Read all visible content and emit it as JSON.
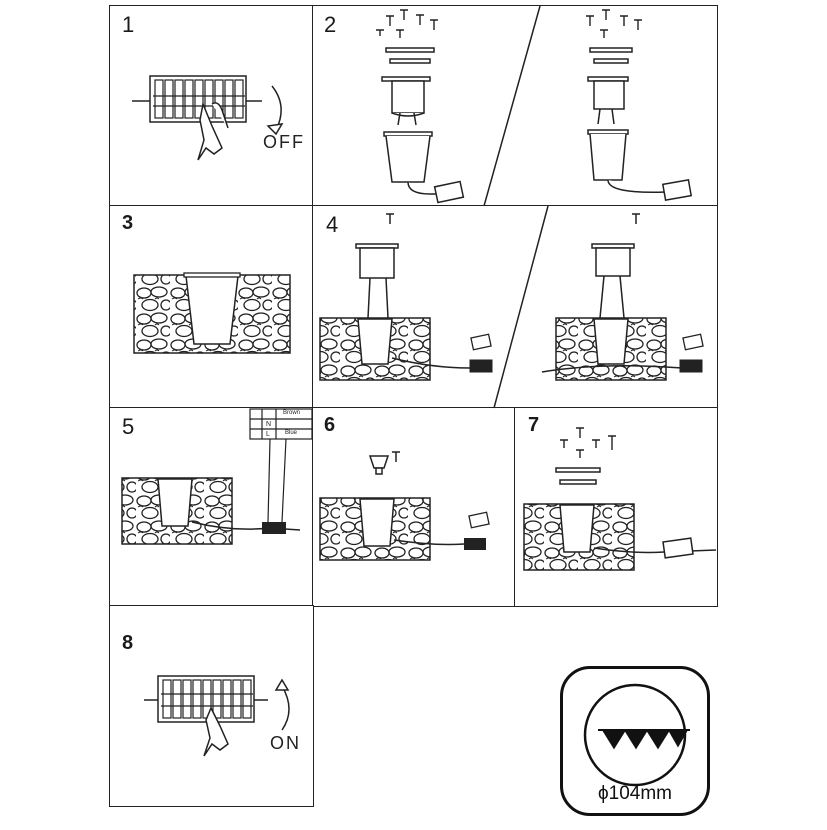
{
  "steps": [
    {
      "number": "1"
    },
    {
      "number": "2"
    },
    {
      "number": "3"
    },
    {
      "number": "4"
    },
    {
      "number": "5"
    },
    {
      "number": "6"
    },
    {
      "number": "7"
    },
    {
      "number": "8"
    }
  ],
  "switch_labels": {
    "off": "OFF",
    "on": "ON"
  },
  "wiring_labels": {
    "brown": "Brown",
    "blue": "Blue",
    "n": "N",
    "l": "L"
  },
  "badge": {
    "text": "ϕ104mm",
    "icon": "cutout-diameter-icon"
  },
  "colors": {
    "line": "#1a1a1a",
    "background": "#ffffff"
  }
}
